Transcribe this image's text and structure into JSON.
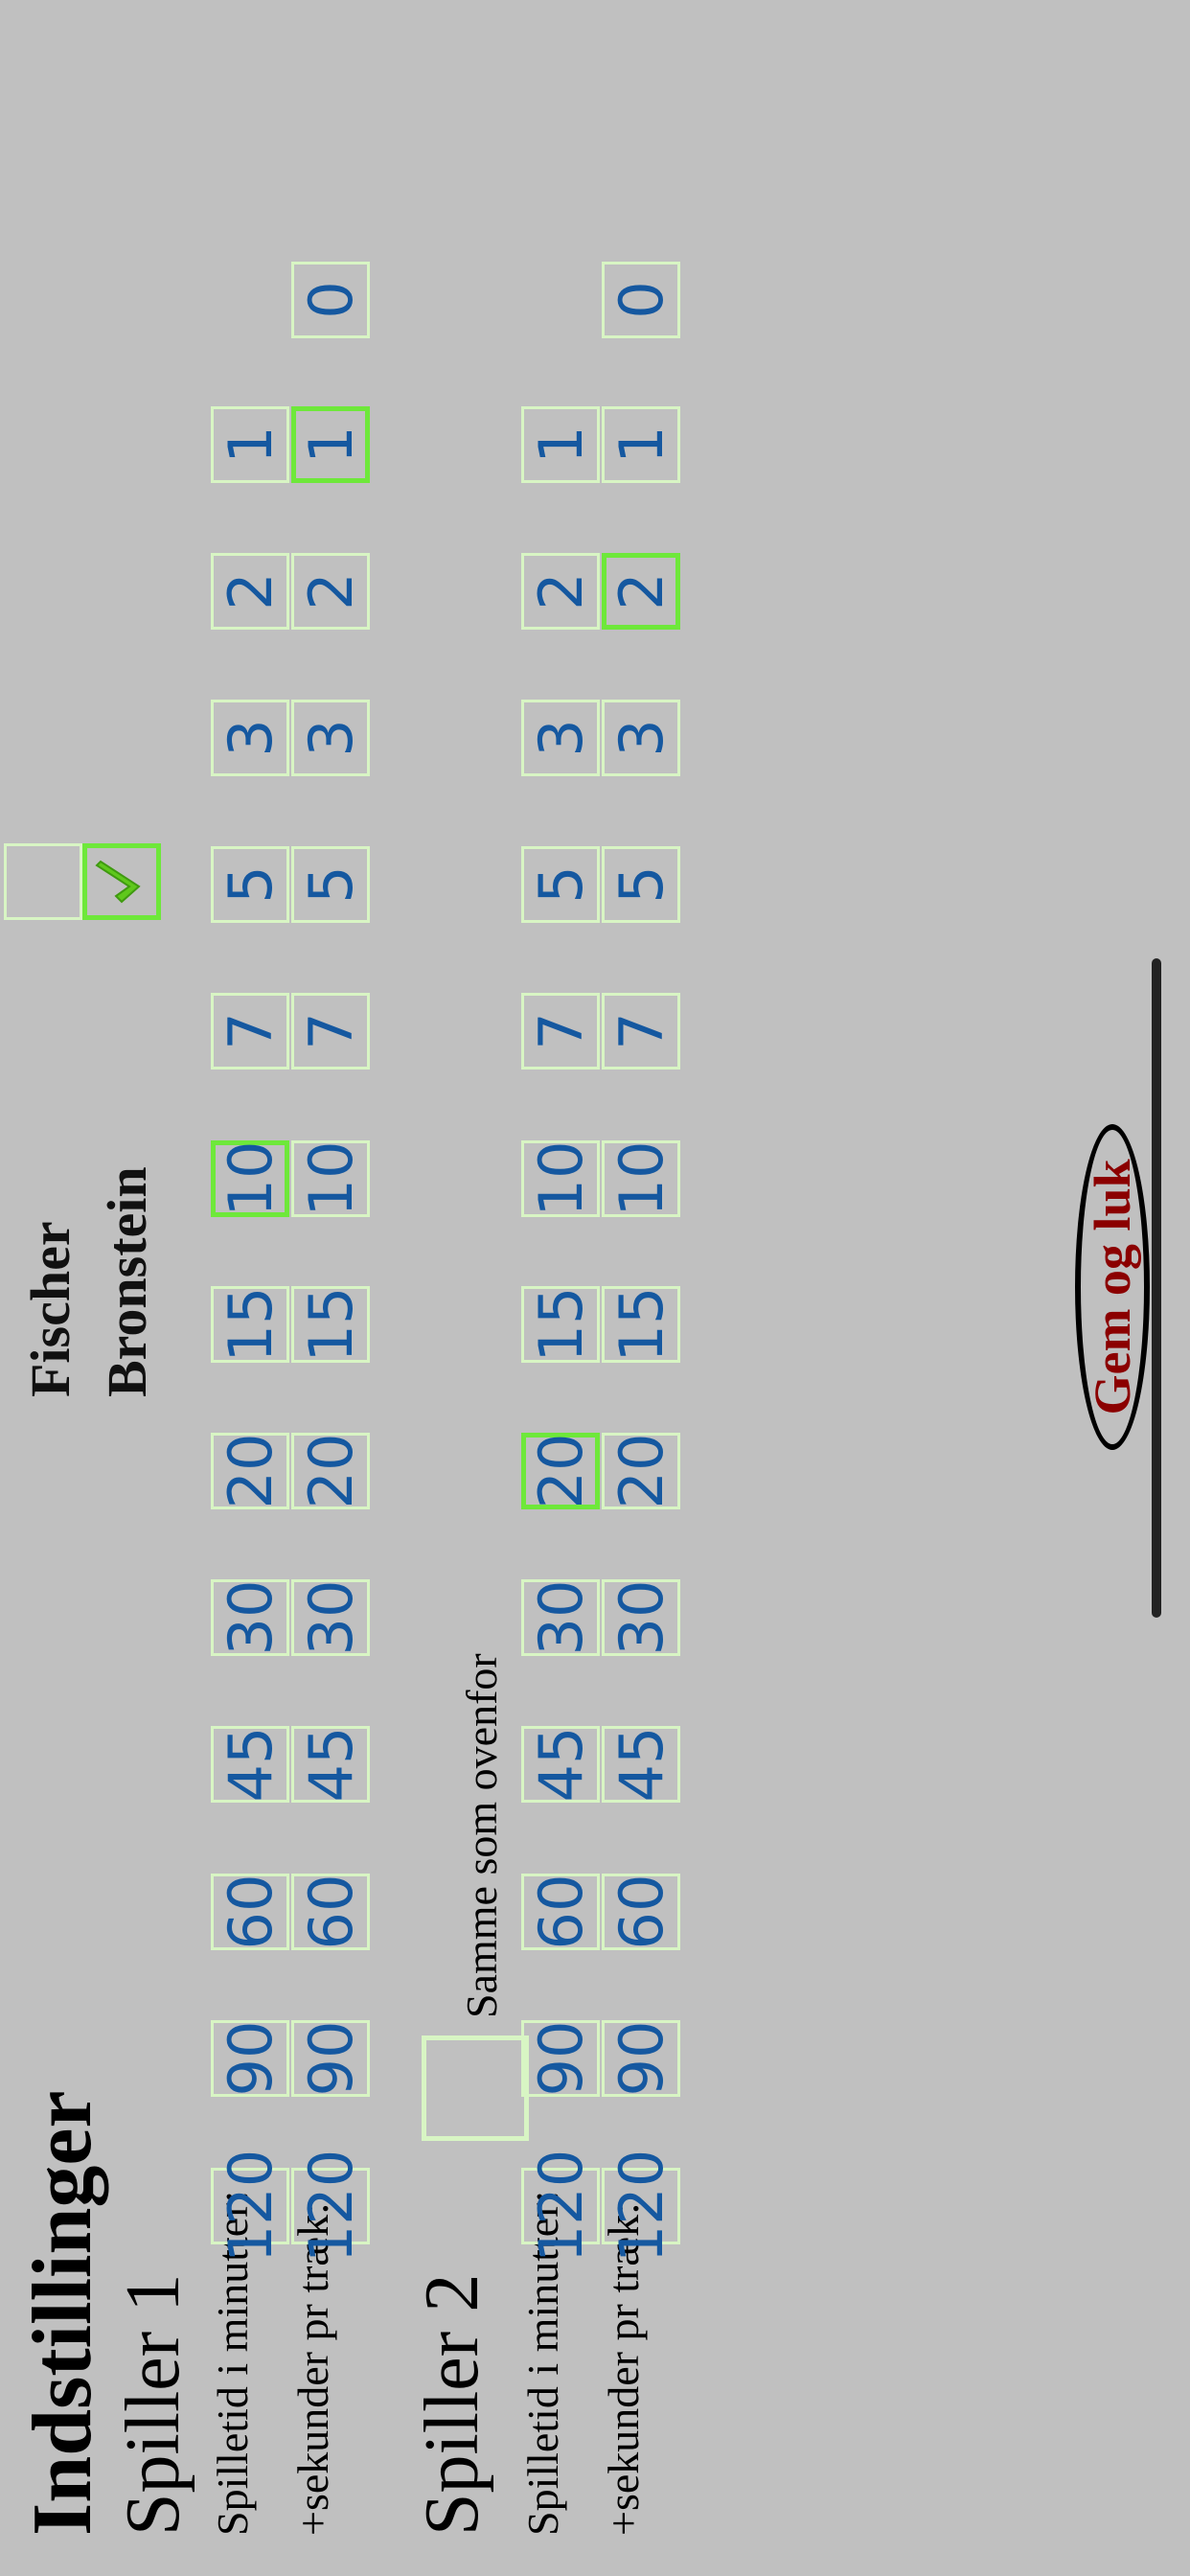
{
  "title": "Indstillinger",
  "player1": {
    "heading": "Spiller 1",
    "minutes_label": "Spilletid i minutter:",
    "seconds_label": "+sekunder pr træk:",
    "minutes_options": [
      "1",
      "2",
      "3",
      "5",
      "7",
      "10",
      "15",
      "20",
      "30",
      "45",
      "60",
      "90",
      "120"
    ],
    "minutes_selected": "10",
    "seconds_options": [
      "0",
      "1",
      "2",
      "3",
      "5",
      "7",
      "10",
      "15",
      "20",
      "30",
      "45",
      "60",
      "90",
      "120"
    ],
    "seconds_selected": "1"
  },
  "same_as_above": {
    "label": "Samme som ovenfor",
    "checked": false
  },
  "player2": {
    "heading": "Spiller 2",
    "minutes_label": "Spilletid i minutter:",
    "seconds_label": "+sekunder pr træk:",
    "minutes_options": [
      "1",
      "2",
      "3",
      "5",
      "7",
      "10",
      "15",
      "20",
      "30",
      "45",
      "60",
      "90",
      "120"
    ],
    "minutes_selected": "20",
    "seconds_options": [
      "0",
      "1",
      "2",
      "3",
      "5",
      "7",
      "10",
      "15",
      "20",
      "30",
      "45",
      "60",
      "90",
      "120"
    ],
    "seconds_selected": "2"
  },
  "mode": {
    "fischer_label": "Fischer",
    "bronstein_label": "Bronstein",
    "selected": "Bronstein",
    "check_icon": "checkmark-icon"
  },
  "save_button_label": "Gem og luk",
  "colors": {
    "background": "#c0c0c0",
    "option_text": "#1558a0",
    "option_border": "#d8f5c4",
    "selected_border": "#6ee83a",
    "button_text": "#8b0000"
  }
}
